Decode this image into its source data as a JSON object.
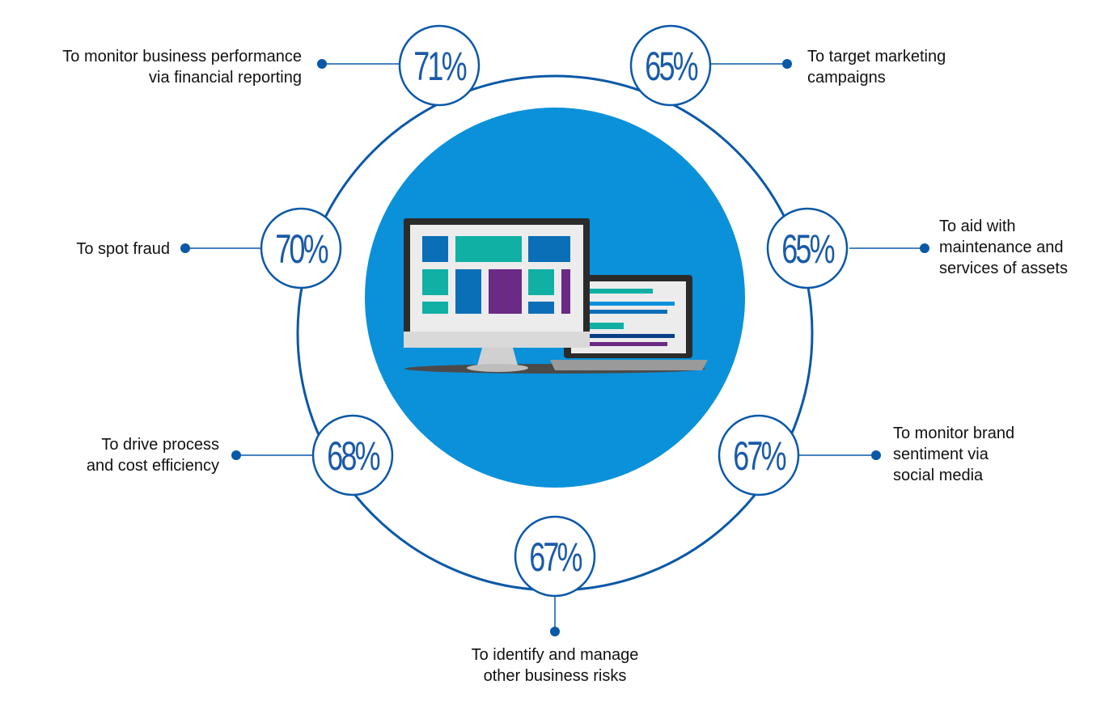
{
  "colors": {
    "ring": "#0a58a8",
    "inner_disc": "#0a91da",
    "marker_dot": "#0a58a8",
    "teal": "#10b0a4",
    "blue_block": "#0b6fb8",
    "purple": "#6a2a86"
  },
  "center_icon": "monitor-and-laptop-dashboard-icon",
  "items": [
    {
      "id": "financial-reporting",
      "value": "71%",
      "label_lines": [
        "To monitor business performance",
        "via financial reporting"
      ]
    },
    {
      "id": "target-marketing",
      "value": "65%",
      "label_lines": [
        "To target marketing",
        "campaigns"
      ]
    },
    {
      "id": "spot-fraud",
      "value": "70%",
      "label_lines": [
        "To spot fraud"
      ]
    },
    {
      "id": "maintenance-assets",
      "value": "65%",
      "label_lines": [
        "To aid with",
        "maintenance and",
        "services of assets"
      ]
    },
    {
      "id": "process-cost",
      "value": "68%",
      "label_lines": [
        "To drive process",
        "and cost efficiency"
      ]
    },
    {
      "id": "brand-sentiment",
      "value": "67%",
      "label_lines": [
        "To monitor brand",
        "sentiment via",
        "social media"
      ]
    },
    {
      "id": "business-risks",
      "value": "67%",
      "label_lines": [
        "To identify and manage",
        "other business risks"
      ]
    }
  ]
}
